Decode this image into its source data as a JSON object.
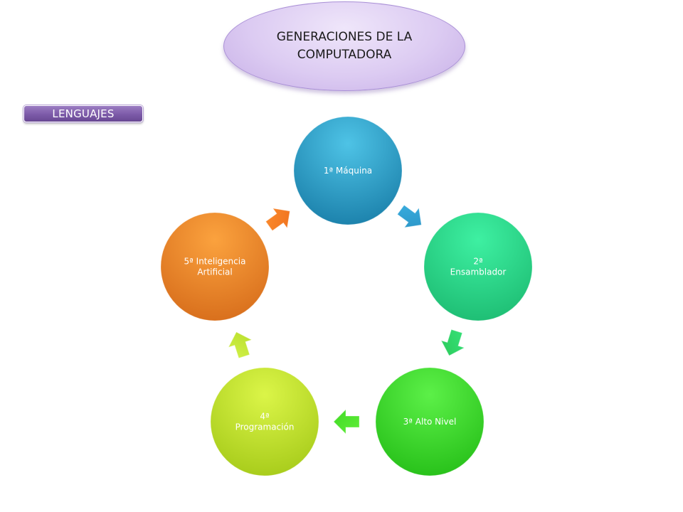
{
  "title": "GENERACIONES DE LA\nCOMPUTADORA",
  "tag": "LENGUAJES",
  "cycle": {
    "nodes": [
      {
        "lines": [
          "1ª Máquina"
        ],
        "color": "#2a9cc6"
      },
      {
        "lines": [
          "2ª",
          "Ensamblador"
        ],
        "color": "#2bd98d"
      },
      {
        "lines": [
          "3ª Alto Nivel"
        ],
        "color": "#3ed92c"
      },
      {
        "lines": [
          "4ª",
          "Programación"
        ],
        "color": "#c6e52e"
      },
      {
        "lines": [
          "5ª Inteligencia",
          "Artificial"
        ],
        "color": "#f18a2c"
      }
    ]
  }
}
